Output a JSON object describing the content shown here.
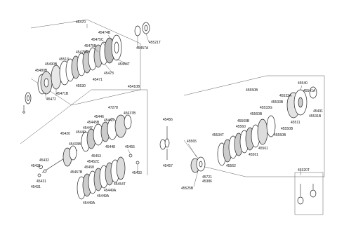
{
  "labels": [
    {
      "id": "45470",
      "text": "45470"
    },
    {
      "id": "45474B",
      "text": "45474B"
    },
    {
      "id": "45475C",
      "text": "45475C"
    },
    {
      "id": "45475B",
      "text": "45475B"
    },
    {
      "id": "45475A",
      "text": "45475A"
    },
    {
      "id": "45521T",
      "text": "45521T"
    },
    {
      "id": "45457A",
      "text": "45457A"
    },
    {
      "id": "45513",
      "text": "45513"
    },
    {
      "id": "45490B",
      "text": "45490B"
    },
    {
      "id": "45480B",
      "text": "45480B"
    },
    {
      "id": "45454T",
      "text": "45454T"
    },
    {
      "id": "45473",
      "text": "45473"
    },
    {
      "id": "45471",
      "text": "45471"
    },
    {
      "id": "45530",
      "text": "45530"
    },
    {
      "id": "45471B",
      "text": "45471B"
    },
    {
      "id": "45472",
      "text": "45472"
    },
    {
      "id": "45410B",
      "text": "45410B"
    },
    {
      "id": "45550B",
      "text": "45550B"
    },
    {
      "id": "45540",
      "text": "45540"
    },
    {
      "id": "45532A",
      "text": "45532A"
    },
    {
      "id": "45541A",
      "text": "45541A"
    },
    {
      "id": "45533B",
      "text": "45533B"
    },
    {
      "id": "45533G",
      "text": "45533G"
    },
    {
      "id": "45491",
      "text": "45491"
    },
    {
      "id": "45531B",
      "text": "45531B"
    },
    {
      "id": "45560B",
      "text": "45560B"
    },
    {
      "id": "45511",
      "text": "45511"
    },
    {
      "id": "45569B",
      "text": "45569B"
    },
    {
      "id": "45560",
      "text": "45560"
    },
    {
      "id": "45550B2",
      "text": "45550B"
    },
    {
      "id": "45550B3",
      "text": "45550B"
    },
    {
      "id": "45534T",
      "text": "45534T"
    },
    {
      "id": "45561",
      "text": "45561"
    },
    {
      "id": "45561b",
      "text": "45561"
    },
    {
      "id": "45562",
      "text": "45562"
    },
    {
      "id": "45565",
      "text": "45565"
    },
    {
      "id": "45721",
      "text": "45721"
    },
    {
      "id": "45386",
      "text": "45386"
    },
    {
      "id": "45525B",
      "text": "45525B"
    },
    {
      "id": "45457",
      "text": "45457"
    },
    {
      "id": "45456",
      "text": "45456"
    },
    {
      "id": "45320T",
      "text": "45320T"
    },
    {
      "id": "47278",
      "text": "47278"
    },
    {
      "id": "45637B",
      "text": "45637B"
    },
    {
      "id": "45446",
      "text": "45446"
    },
    {
      "id": "45445B",
      "text": "45445B"
    },
    {
      "id": "45443",
      "text": "45443"
    },
    {
      "id": "45447",
      "text": "45447"
    },
    {
      "id": "45440",
      "text": "45440"
    },
    {
      "id": "45420",
      "text": "45420"
    },
    {
      "id": "45433B",
      "text": "45433B"
    },
    {
      "id": "45448",
      "text": "45448"
    },
    {
      "id": "45455",
      "text": "45455"
    },
    {
      "id": "45432",
      "text": "45432"
    },
    {
      "id": "45431",
      "text": "45431"
    },
    {
      "id": "45431b",
      "text": "45431"
    },
    {
      "id": "45431c",
      "text": "45431"
    },
    {
      "id": "45453",
      "text": "45453"
    },
    {
      "id": "45452C",
      "text": "45452C"
    },
    {
      "id": "45458",
      "text": "45458"
    },
    {
      "id": "45457B",
      "text": "45457B"
    },
    {
      "id": "45454T",
      "text": "45454T"
    },
    {
      "id": "45449A",
      "text": "45449A"
    },
    {
      "id": "45449A2",
      "text": "45449A"
    },
    {
      "id": "45449A3",
      "text": "45449A"
    },
    {
      "id": "45433",
      "text": "45433"
    }
  ]
}
